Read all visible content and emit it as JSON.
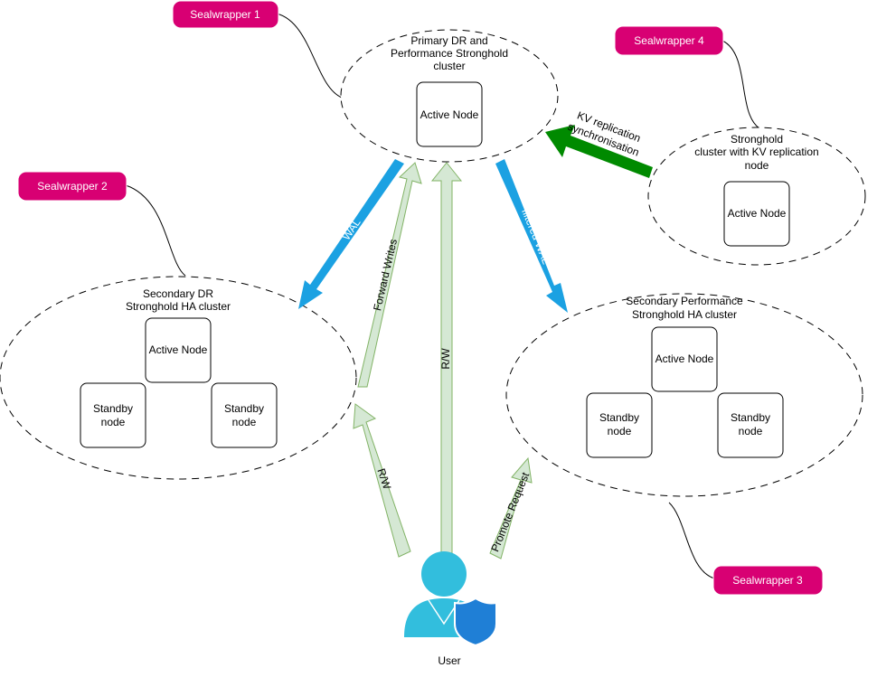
{
  "colors": {
    "sealwrapper_fill": "#d80073",
    "wal_arrow": "#1ba1e2",
    "kv_arrow": "#008a00",
    "request_arrow_fill": "#d5e8d4",
    "request_arrow_stroke": "#82b366",
    "user_icon": "#32bedd",
    "shield": "#1f7fd6"
  },
  "sealwrappers": [
    {
      "label": "Sealwrapper 1"
    },
    {
      "label": "Sealwrapper 2"
    },
    {
      "label": "Sealwrapper 3"
    },
    {
      "label": "Sealwrapper 4"
    }
  ],
  "clusters": {
    "primary": {
      "title": [
        "Primary DR and",
        "Performance Stronghold",
        "cluster"
      ],
      "nodes": [
        "Active Node"
      ]
    },
    "kv": {
      "title": [
        "Stronghold",
        "cluster with KV replication",
        "node"
      ],
      "nodes": [
        "Active Node"
      ]
    },
    "secondary_dr": {
      "title": [
        "Secondary DR",
        "Stronghold HA cluster"
      ],
      "nodes": [
        "Active Node",
        "Standby node",
        "Standby node"
      ]
    },
    "secondary_perf": {
      "title": [
        "Secondary Performance",
        "Stronghold HA cluster"
      ],
      "nodes": [
        "Active Node",
        "Standby node",
        "Standby node"
      ]
    }
  },
  "arrows": {
    "wal": "WAL",
    "filtered_wal": "filtered WAL",
    "kv_replication": [
      "KV replication",
      "synchronisation"
    ],
    "forward_writes": "Forward Writes",
    "rw_primary": "R/W",
    "rw_dr": "R/W",
    "promote": "Promote Request"
  },
  "user": {
    "label": "User",
    "icon": "user-shield-icon"
  }
}
